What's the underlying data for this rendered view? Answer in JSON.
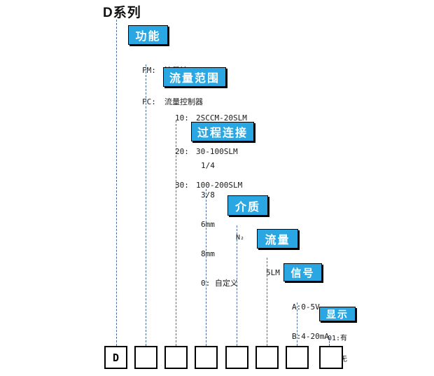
{
  "title": "D系列",
  "colors": {
    "tag_fill": "#2aa7e2",
    "tag_border": "#000000",
    "tag_text": "#ffffff",
    "connector_dash": "#4a6d99",
    "option_text": "#1a1a1a"
  },
  "groups": [
    {
      "label": "功能",
      "options": [
        {
          "key": "FM:",
          "value": "流量计"
        },
        {
          "key": "FC:",
          "value": "流量控制器"
        }
      ]
    },
    {
      "label": "流量范围",
      "options": [
        {
          "key": "10:",
          "value": "2SCCM-20SLM"
        },
        {
          "key": "20:",
          "value": "30-100SLM"
        },
        {
          "key": "30:",
          "value": "100-200SLM"
        }
      ]
    },
    {
      "label": "过程连接",
      "options": [
        "1/4",
        "3/8",
        "6mm",
        "8mm",
        "0: 自定义"
      ]
    },
    {
      "label": "介质",
      "options": [
        "N₂"
      ]
    },
    {
      "label": "流量",
      "options": [
        "5LM"
      ]
    },
    {
      "label": "信号",
      "options": [
        "A:0-5V",
        "B:4-20mA"
      ]
    },
    {
      "label": "显示",
      "options": [
        "01:有",
        "02:无"
      ]
    }
  ],
  "code_boxes": [
    "D",
    "",
    "",
    "",
    "",
    "",
    "",
    ""
  ]
}
